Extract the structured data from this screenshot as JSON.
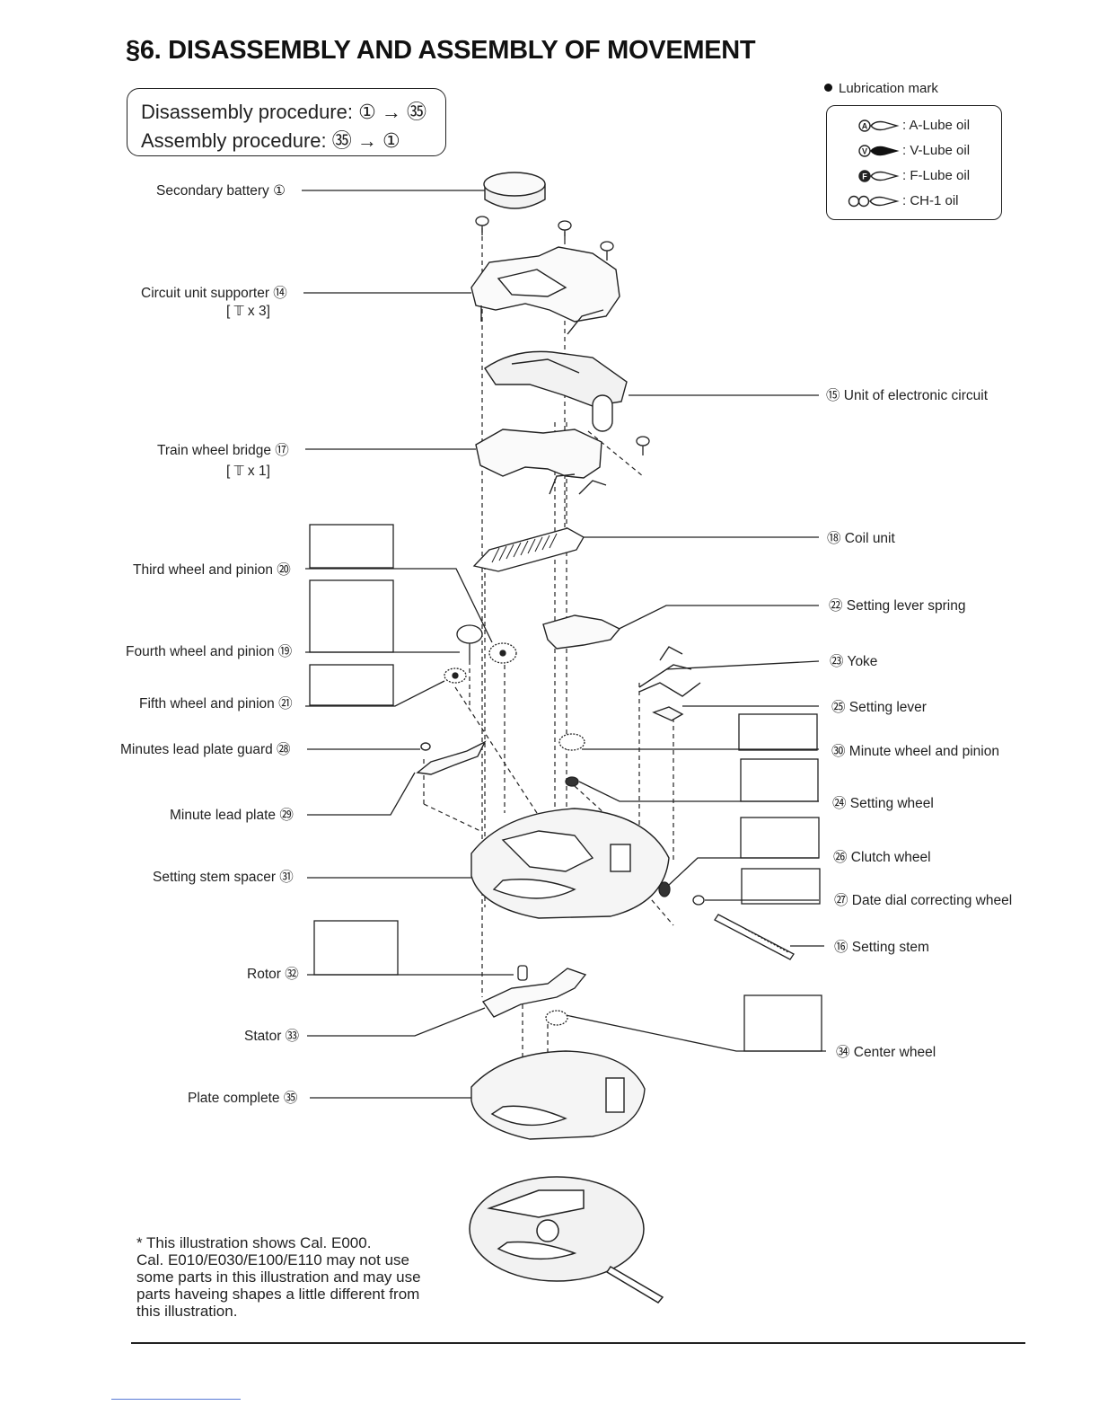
{
  "title": "§6. DISASSEMBLY AND ASSEMBLY OF MOVEMENT",
  "procedure": {
    "disassembly": "Disassembly procedure: ① → ㉟",
    "assembly": "Assembly procedure: ㉟ → ①"
  },
  "lubrication": {
    "header": "Lubrication mark",
    "items": [
      {
        "label": ": A-Lube oil",
        "letter": "A",
        "icon": "a-lube-oil-icon"
      },
      {
        "label": ": V-Lube oil",
        "letter": "V",
        "icon": "v-lube-oil-icon"
      },
      {
        "label": ": F-Lube oil",
        "letter": "F",
        "icon": "f-lube-oil-icon"
      },
      {
        "label": ": CH-1 oil",
        "letter": "",
        "icon": "ch1-oil-icon"
      }
    ]
  },
  "parts_left": {
    "secondary_battery": "Secondary battery ①",
    "circuit_unit_supporter": "Circuit unit supporter ⑭",
    "circuit_unit_supporter_screws": "[ 𝕋 x 3]",
    "train_wheel_bridge": "Train wheel bridge ⑰",
    "train_wheel_bridge_screws": "[ 𝕋 x 1]",
    "third_wheel": "Third wheel and pinion ⑳",
    "fourth_wheel": "Fourth wheel and pinion ⑲",
    "fifth_wheel": "Fifth wheel and pinion ㉑",
    "minutes_lead_plate_guard": "Minutes lead plate guard ㉘",
    "minute_lead_plate": "Minute lead plate ㉙",
    "setting_stem_spacer": "Setting stem spacer ㉛",
    "rotor": "Rotor ㉜",
    "stator": "Stator ㉝",
    "plate_complete": "Plate complete ㉟"
  },
  "parts_right": {
    "unit_electronic_circuit": "⑮ Unit of electronic circuit",
    "coil_unit": "⑱ Coil unit",
    "setting_lever_spring": "㉒ Setting lever spring",
    "yoke": "㉓ Yoke",
    "setting_lever": "㉕ Setting lever",
    "minute_wheel": "㉚ Minute wheel and pinion",
    "setting_wheel": "㉔ Setting wheel",
    "clutch_wheel": "㉖ Clutch wheel",
    "date_dial_correcting_wheel": "㉗ Date dial correcting wheel",
    "setting_stem": "⑯ Setting stem",
    "center_wheel": "㉞ Center wheel"
  },
  "note": {
    "line1": "* This illustration shows Cal. E000.",
    "line2": "Cal. E010/E030/E100/E110 may not use",
    "line3": "some parts in this illustration and may use",
    "line4": "parts haveing shapes a little different from",
    "line5": "this illustration."
  }
}
